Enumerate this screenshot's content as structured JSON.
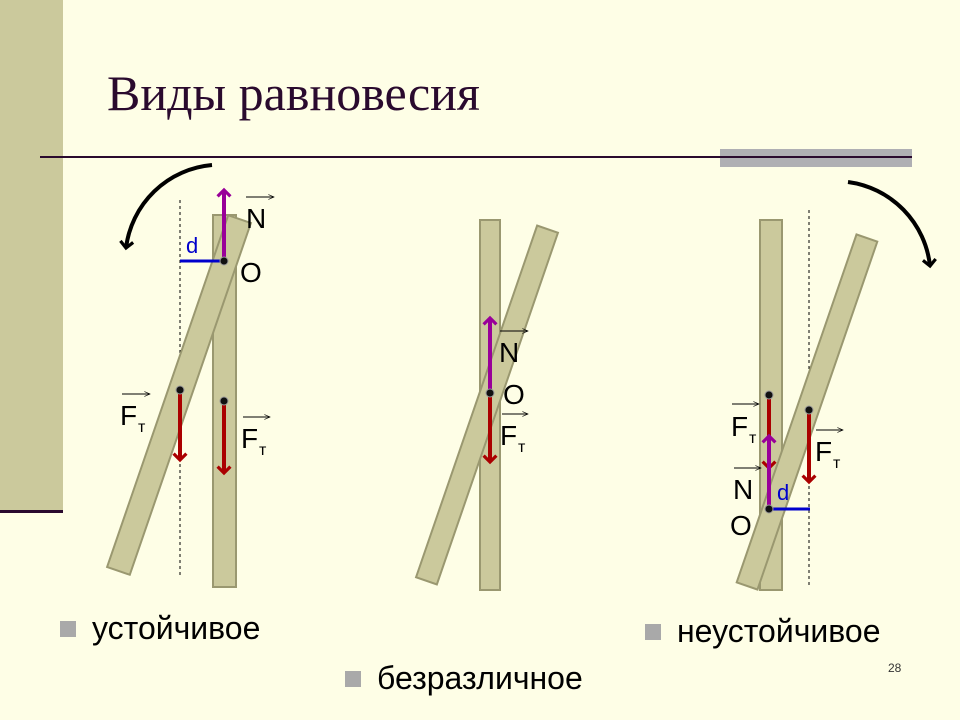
{
  "title": "Виды равновесия",
  "labels": {
    "N": "N",
    "O": "O",
    "d": "d",
    "F": "F",
    "t": "т"
  },
  "bullets": [
    "устойчивое",
    "безразличное",
    "неустойчивое"
  ],
  "page_number": "28",
  "colors": {
    "rod": "#CBC99C",
    "normal_force": "#990099",
    "gravity": "#AA0000",
    "arm": "#0000CC"
  }
}
